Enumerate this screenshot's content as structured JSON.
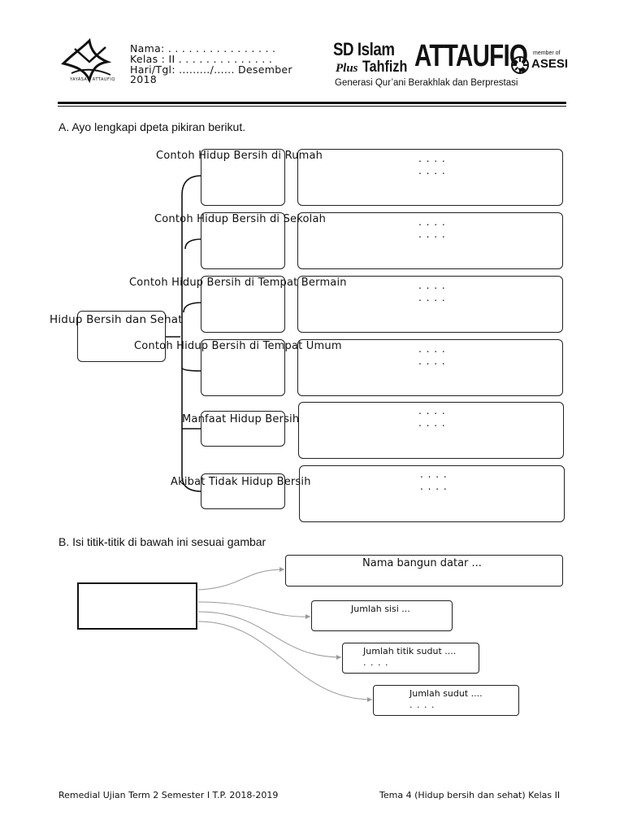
{
  "header": {
    "logo_text": "YAYASAN ATTAUFIQ",
    "nama": "Nama: . . . . . . . . . . . . . . . .",
    "kelas": "Kelas : II  . . . . . . . . . . . . . .",
    "haritgl": "Hari/Tgl:  ........./...... Desember",
    "year": "2018",
    "school_sd": "SD Islam",
    "school_plus": "Plus",
    "school_tahfizh": "Tahfizh",
    "school_name": "ATTAUFIQ",
    "tagline": "Generasi Qur’ani Berakhlak dan Berprestasi",
    "member_of": "member of",
    "asesi": "ASESI"
  },
  "section_a": {
    "title": "A. Ayo lengkapi dpeta pikiran berikut.",
    "center": "Hidup Bersih dan Sehat",
    "branches": [
      {
        "label": "Contoh Hidup Bersih di Rumah",
        "dots": ". . . .\n. . . ."
      },
      {
        "label": "Contoh Hidup Bersih di Sekolah",
        "dots": ". . . .\n. . . ."
      },
      {
        "label": "Contoh Hidup Bersih di Tempat Bermain",
        "dots": ". . . .\n. . . ."
      },
      {
        "label": "Contoh Hidup Bersih di Tempat Umum",
        "dots": ". . . .\n. . . ."
      },
      {
        "label": "Manfaat Hidup Bersih",
        "dots": ". . . .\n. . . ."
      },
      {
        "label": "Akibat Tidak Hidup Bersih",
        "dots": ". . . .\n. . . ."
      }
    ]
  },
  "section_b": {
    "title": "B. Isi titik-titik di bawah ini sesuai gambar",
    "nama_bangun": "Nama bangun datar ...",
    "jumlah_sisi": "Jumlah sisi  ...",
    "jumlah_titik_sudut": "Jumlah titik sudut ....",
    "jumlah_titik_sudut_dots": ". . . .",
    "jumlah_sudut": "Jumlah sudut ....",
    "jumlah_sudut_dots": ". . . ."
  },
  "footer": {
    "left": "Remedial Ujian Term 2 Semester I  T.P. 2018-2019",
    "right": "Tema 4 (Hidup bersih dan sehat)  Kelas II"
  }
}
